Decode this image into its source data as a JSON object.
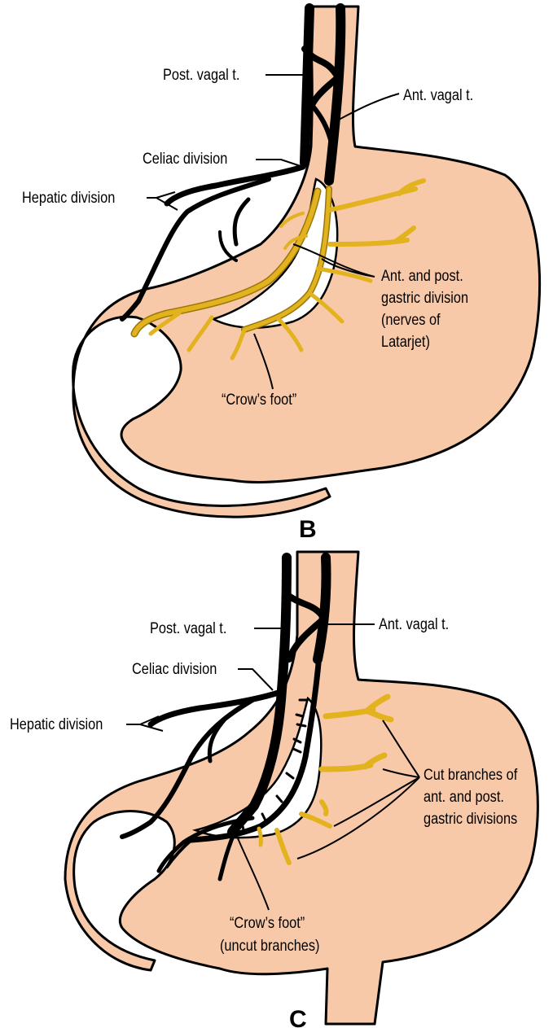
{
  "panels": {
    "b": {
      "letter": "B",
      "labels": {
        "post_vagal": "Post. vagal t.",
        "ant_vagal": "Ant. vagal t.",
        "celiac": "Celiac division",
        "hepatic": "Hepatic division",
        "gastric_line1": "Ant. and post.",
        "gastric_line2": "gastric division",
        "gastric_line3": "(nerves of",
        "gastric_line4": "Latarjet)",
        "crows_foot": "“Crow’s foot”"
      }
    },
    "c": {
      "letter": "C",
      "labels": {
        "post_vagal": "Post. vagal t.",
        "ant_vagal": "Ant. vagal t.",
        "celiac": "Celiac division",
        "hepatic": "Hepatic division",
        "cut_line1": "Cut branches of",
        "cut_line2": "ant. and post.",
        "cut_line3": "gastric divisions",
        "crows_foot_line1": "“Crow’s foot”",
        "crows_foot_line2": "(uncut branches)"
      }
    }
  },
  "colors": {
    "stomach_fill": "#f8c9a8",
    "nerve": "#000000",
    "gastric_branch": "#e3b21f"
  }
}
